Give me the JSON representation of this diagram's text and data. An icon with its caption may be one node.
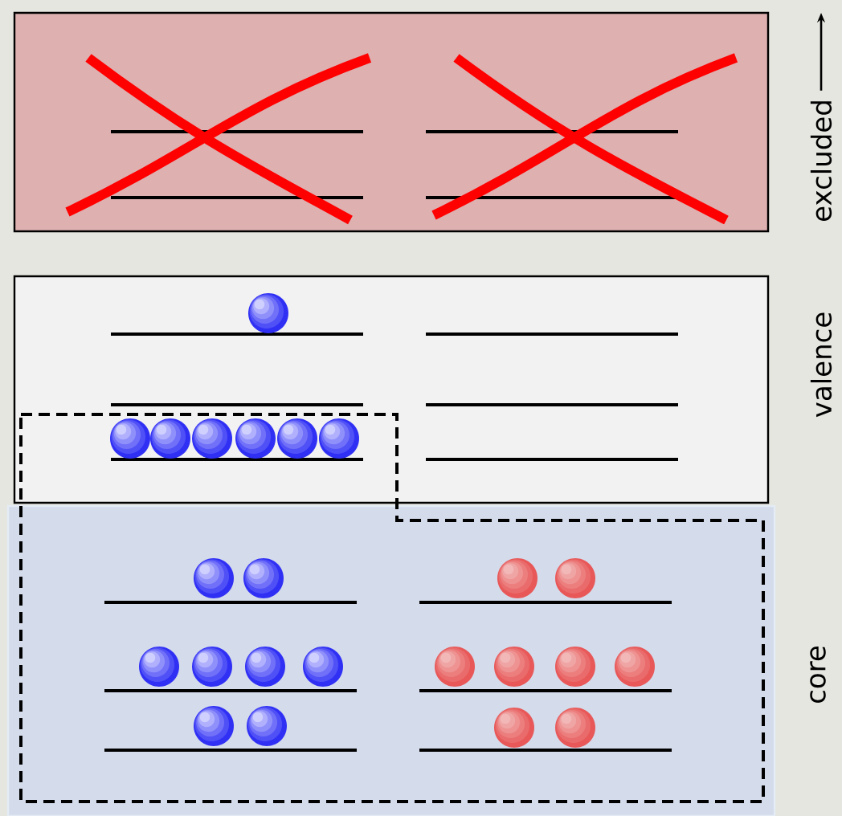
{
  "diagram": {
    "nodes": [
      {
        "text": [],
        "shape": "box",
        "beside": [
          "excluded"
        ]
      },
      {
        "text": [],
        "shape": "box",
        "beside": [
          "valence"
        ]
      },
      {
        "text": [],
        "shape": "box",
        "beside": [
          "core"
        ]
      }
    ]
  }
}
